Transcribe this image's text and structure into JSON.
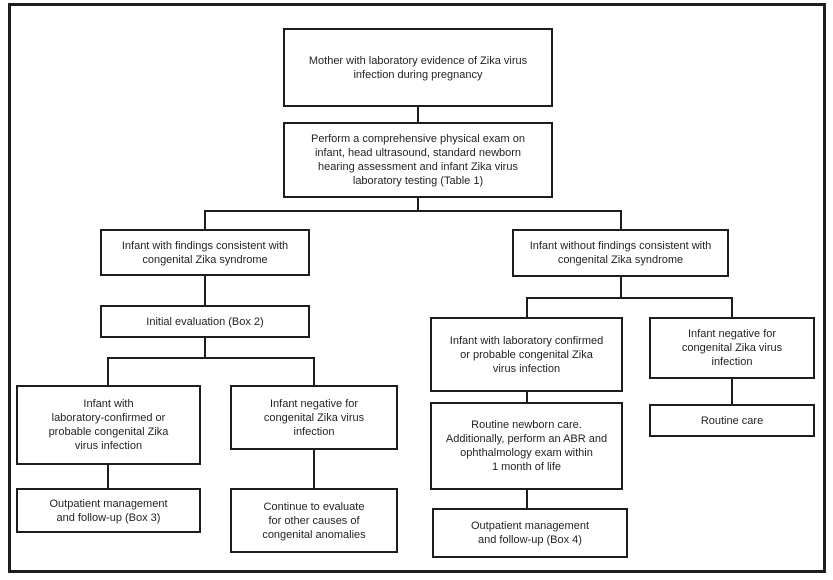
{
  "figure": {
    "type": "flowchart",
    "background_color": "#ffffff",
    "box_border_color": "#1d1d1b",
    "text_color": "#231f20"
  },
  "nodes": [
    {
      "id": "mother-zika-evidence",
      "text": "Mother with laboratory evidence of Zika virus\ninfection during pregnancy"
    },
    {
      "id": "comprehensive-exam",
      "text": "Perform a comprehensive physical exam on\ninfant, head ultrasound, standard newborn\nhearing assessment and infant Zika virus\nlaboratory testing (Table 1)"
    },
    {
      "id": "infant-with-findings",
      "text": "Infant with findings consistent with\ncongenital Zika syndrome"
    },
    {
      "id": "infant-without-findings",
      "text": "Infant without findings consistent with\ncongenital Zika syndrome"
    },
    {
      "id": "initial-evaluation",
      "text": "Initial evaluation (Box 2)"
    },
    {
      "id": "lab-confirmed-left",
      "text": "Infant with\nlaboratory-confirmed or\nprobable congenital Zika\nvirus infection"
    },
    {
      "id": "negative-left",
      "text": "Infant negative for\ncongenital Zika virus\ninfection"
    },
    {
      "id": "outpatient-box3",
      "text": "Outpatient management\nand follow-up (Box 3)"
    },
    {
      "id": "continue-evaluate",
      "text": "Continue to evaluate\nfor other causes of\ncongenital anomalies"
    },
    {
      "id": "lab-confirmed-right",
      "text": "Infant with laboratory confirmed\nor probable congenital Zika\nvirus infection"
    },
    {
      "id": "negative-right",
      "text": "Infant negative for\ncongenital Zika virus\ninfection"
    },
    {
      "id": "routine-newborn-care",
      "text": "Routine newborn care.\nAdditionally, perform an ABR and\nophthalmology exam within\n1 month of life"
    },
    {
      "id": "outpatient-box4",
      "text": "Outpatient management\nand follow-up (Box 4)"
    },
    {
      "id": "routine-care",
      "text": "Routine care"
    }
  ],
  "edges": [
    {
      "from": "mother-zika-evidence",
      "to": "comprehensive-exam"
    },
    {
      "from": "comprehensive-exam",
      "to": "infant-with-findings"
    },
    {
      "from": "comprehensive-exam",
      "to": "infant-without-findings"
    },
    {
      "from": "infant-with-findings",
      "to": "initial-evaluation"
    },
    {
      "from": "initial-evaluation",
      "to": "lab-confirmed-left"
    },
    {
      "from": "initial-evaluation",
      "to": "negative-left"
    },
    {
      "from": "lab-confirmed-left",
      "to": "outpatient-box3"
    },
    {
      "from": "negative-left",
      "to": "continue-evaluate"
    },
    {
      "from": "infant-without-findings",
      "to": "lab-confirmed-right"
    },
    {
      "from": "infant-without-findings",
      "to": "negative-right"
    },
    {
      "from": "lab-confirmed-right",
      "to": "routine-newborn-care"
    },
    {
      "from": "routine-newborn-care",
      "to": "outpatient-box4"
    },
    {
      "from": "negative-right",
      "to": "routine-care"
    }
  ]
}
